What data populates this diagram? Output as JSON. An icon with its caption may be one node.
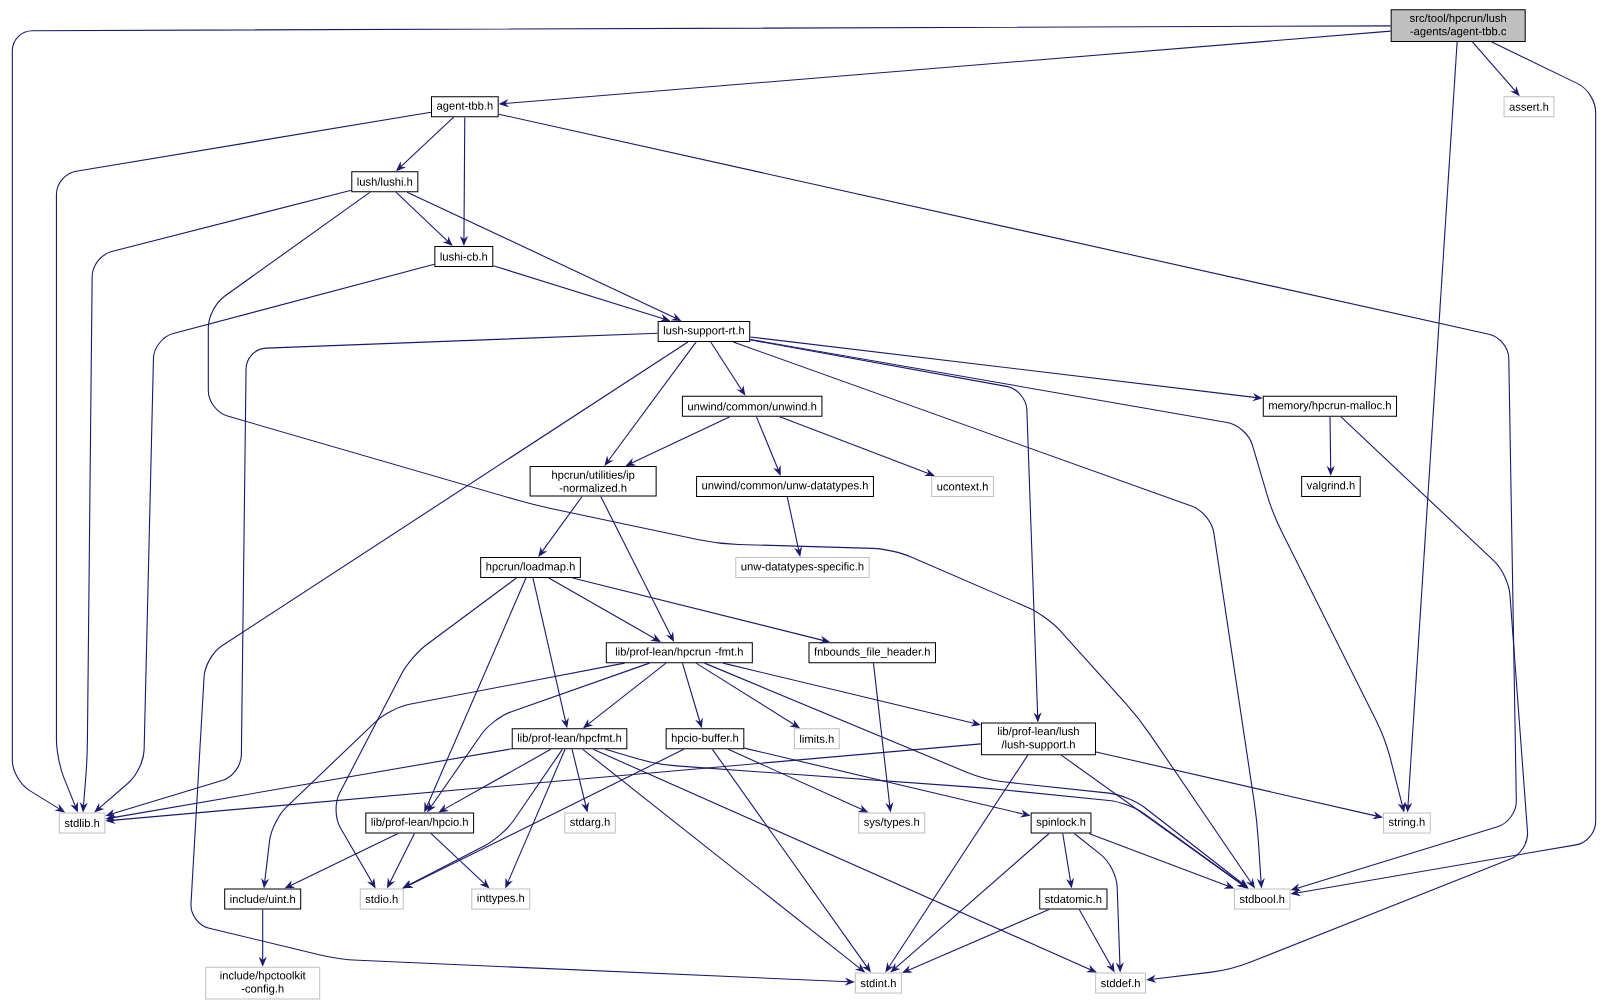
{
  "diagram": {
    "nodes": [
      {
        "text": [
          "src/tool/hpcrun/lush -agents/agent-tbb.c"
        ]
      },
      {
        "text": [
          "agent-tbb.h"
        ]
      },
      {
        "text": [
          "assert.h"
        ]
      },
      {
        "text": [
          "lush/lushi.h"
        ]
      },
      {
        "text": [
          "lushi-cb.h"
        ]
      },
      {
        "text": [
          "lush-support-rt.h"
        ]
      },
      {
        "text": [
          "unwind/common/unwind.h"
        ]
      },
      {
        "text": [
          "memory/hpcrun-malloc.h"
        ]
      },
      {
        "text": [
          "hpcrun/utilities/ip -normalized.h"
        ]
      },
      {
        "text": [
          "unwind/common/unw-datatypes.h"
        ]
      },
      {
        "text": [
          "ucontext.h"
        ]
      },
      {
        "text": [
          "valgrind.h"
        ]
      },
      {
        "text": [
          "unw-datatypes-specific.h"
        ]
      },
      {
        "text": [
          "hpcrun/loadmap.h"
        ]
      },
      {
        "text": [
          "lib/prof-lean/hpcrun -fmt.h"
        ]
      },
      {
        "text": [
          "fnbounds_file_header.h"
        ]
      },
      {
        "text": [
          "lib/prof-lean/hpcfmt.h"
        ]
      },
      {
        "text": [
          "hpcio-buffer.h"
        ]
      },
      {
        "text": [
          "limits.h"
        ]
      },
      {
        "text": [
          "lib/prof-lean/lush /lush-support.h"
        ]
      },
      {
        "text": [
          "stdlib.h"
        ]
      },
      {
        "text": [
          "lib/prof-lean/hpcio.h"
        ]
      },
      {
        "text": [
          "stdarg.h"
        ]
      },
      {
        "text": [
          "sys/types.h"
        ]
      },
      {
        "text": [
          "spinlock.h"
        ]
      },
      {
        "text": [
          "string.h"
        ]
      },
      {
        "text": [
          "include/uint.h"
        ]
      },
      {
        "text": [
          "stdio.h"
        ]
      },
      {
        "text": [
          "inttypes.h"
        ]
      },
      {
        "text": [
          "stdatomic.h"
        ]
      },
      {
        "text": [
          "stdbool.h"
        ]
      },
      {
        "text": [
          "include/hpctoolkit -config.h"
        ]
      },
      {
        "text": [
          "stdint.h"
        ]
      },
      {
        "text": [
          "stddef.h"
        ]
      }
    ],
    "edges": [
      {
        "from": 0,
        "to": 20,
        "arrow": "to"
      },
      {
        "from": 0,
        "to": 1,
        "arrow": "to"
      },
      {
        "from": 0,
        "to": 2,
        "arrow": "to"
      },
      {
        "from": 0,
        "to": 25,
        "arrow": "to"
      },
      {
        "from": 0,
        "to": 30,
        "arrow": "to"
      },
      {
        "from": 1,
        "to": 3,
        "arrow": "to"
      },
      {
        "from": 1,
        "to": 4,
        "arrow": "to"
      },
      {
        "from": 1,
        "to": 20,
        "arrow": "to"
      },
      {
        "from": 1,
        "to": 30,
        "arrow": "to"
      },
      {
        "from": 3,
        "to": 4,
        "arrow": "to"
      },
      {
        "from": 3,
        "to": 5,
        "arrow": "to"
      },
      {
        "from": 3,
        "to": 20,
        "arrow": "to"
      },
      {
        "from": 3,
        "to": 30,
        "arrow": "to"
      },
      {
        "from": 4,
        "to": 5,
        "arrow": "to"
      },
      {
        "from": 4,
        "to": 20,
        "arrow": "to"
      },
      {
        "from": 5,
        "to": 20,
        "arrow": "to"
      },
      {
        "from": 5,
        "to": 32,
        "arrow": "to"
      },
      {
        "from": 5,
        "to": 6,
        "arrow": "to"
      },
      {
        "from": 5,
        "to": 8,
        "arrow": "to"
      },
      {
        "from": 5,
        "to": 7,
        "arrow": "to"
      },
      {
        "from": 5,
        "to": 19,
        "arrow": "to"
      },
      {
        "from": 5,
        "to": 30,
        "arrow": "to"
      },
      {
        "from": 5,
        "to": 25,
        "arrow": "to"
      },
      {
        "from": 6,
        "to": 8,
        "arrow": "to"
      },
      {
        "from": 6,
        "to": 9,
        "arrow": "to"
      },
      {
        "from": 6,
        "to": 10,
        "arrow": "to"
      },
      {
        "from": 7,
        "to": 11,
        "arrow": "to"
      },
      {
        "from": 7,
        "to": 33,
        "arrow": "to"
      },
      {
        "from": 8,
        "to": 13,
        "arrow": "to"
      },
      {
        "from": 8,
        "to": 14,
        "arrow": "to"
      },
      {
        "from": 9,
        "to": 12,
        "arrow": "to"
      },
      {
        "from": 13,
        "to": 14,
        "arrow": "to"
      },
      {
        "from": 13,
        "to": 15,
        "arrow": "to"
      },
      {
        "from": 13,
        "to": 16,
        "arrow": "to"
      },
      {
        "from": 13,
        "to": 21,
        "arrow": "to"
      },
      {
        "from": 13,
        "to": 27,
        "arrow": "to"
      },
      {
        "from": 14,
        "to": 16,
        "arrow": "to"
      },
      {
        "from": 14,
        "to": 17,
        "arrow": "to"
      },
      {
        "from": 14,
        "to": 18,
        "arrow": "to"
      },
      {
        "from": 14,
        "to": 19,
        "arrow": "to"
      },
      {
        "from": 14,
        "to": 21,
        "arrow": "to"
      },
      {
        "from": 14,
        "to": 26,
        "arrow": "to"
      },
      {
        "from": 14,
        "to": 30,
        "arrow": "to"
      },
      {
        "from": 15,
        "to": 23,
        "arrow": "to"
      },
      {
        "from": 16,
        "to": 20,
        "arrow": "to"
      },
      {
        "from": 16,
        "to": 21,
        "arrow": "to"
      },
      {
        "from": 16,
        "to": 22,
        "arrow": "to"
      },
      {
        "from": 16,
        "to": 27,
        "arrow": "to"
      },
      {
        "from": 16,
        "to": 28,
        "arrow": "to"
      },
      {
        "from": 16,
        "to": 32,
        "arrow": "to"
      },
      {
        "from": 16,
        "to": 33,
        "arrow": "to"
      },
      {
        "from": 16,
        "to": 30,
        "arrow": "to"
      },
      {
        "from": 17,
        "to": 27,
        "arrow": "to"
      },
      {
        "from": 17,
        "to": 32,
        "arrow": "to"
      },
      {
        "from": 17,
        "to": 23,
        "arrow": "to"
      },
      {
        "from": 17,
        "to": 24,
        "arrow": "to"
      },
      {
        "from": 19,
        "to": 20,
        "arrow": "to"
      },
      {
        "from": 19,
        "to": 32,
        "arrow": "to"
      },
      {
        "from": 19,
        "to": 30,
        "arrow": "to"
      },
      {
        "from": 19,
        "to": 25,
        "arrow": "to"
      },
      {
        "from": 21,
        "to": 26,
        "arrow": "to"
      },
      {
        "from": 21,
        "to": 27,
        "arrow": "to"
      },
      {
        "from": 21,
        "to": 28,
        "arrow": "to"
      },
      {
        "from": 24,
        "to": 29,
        "arrow": "to"
      },
      {
        "from": 24,
        "to": 32,
        "arrow": "to"
      },
      {
        "from": 24,
        "to": 33,
        "arrow": "to"
      },
      {
        "from": 24,
        "to": 30,
        "arrow": "to"
      },
      {
        "from": 26,
        "to": 31,
        "arrow": "to"
      },
      {
        "from": 29,
        "to": 32,
        "arrow": "to"
      },
      {
        "from": 29,
        "to": 33,
        "arrow": "to"
      }
    ]
  }
}
